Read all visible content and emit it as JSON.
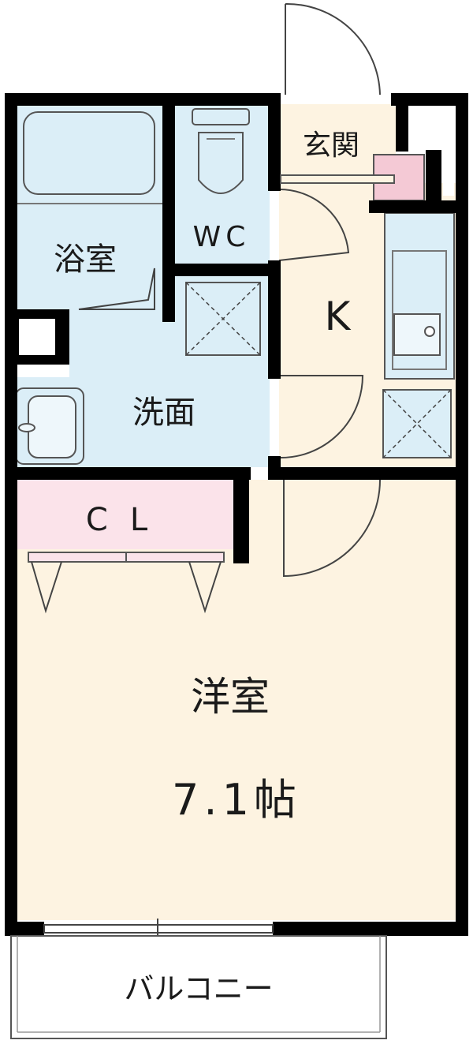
{
  "rooms": {
    "bath": {
      "label": "浴室"
    },
    "wc": {
      "label": "WC"
    },
    "genkan": {
      "label": "玄関"
    },
    "kitchen": {
      "label": "K"
    },
    "washroom": {
      "label": "洗面"
    },
    "closet": {
      "label": "CL"
    },
    "western_room": {
      "label": "洋室",
      "size_label": "7.1帖"
    },
    "balcony": {
      "label": "バルコニー"
    }
  },
  "colors": {
    "wet_area": "#dbeef7",
    "living_area": "#fdf3e1",
    "closet": "#fbe3ea",
    "shoe_box": "#f4c9d5",
    "wall": "#000000"
  }
}
